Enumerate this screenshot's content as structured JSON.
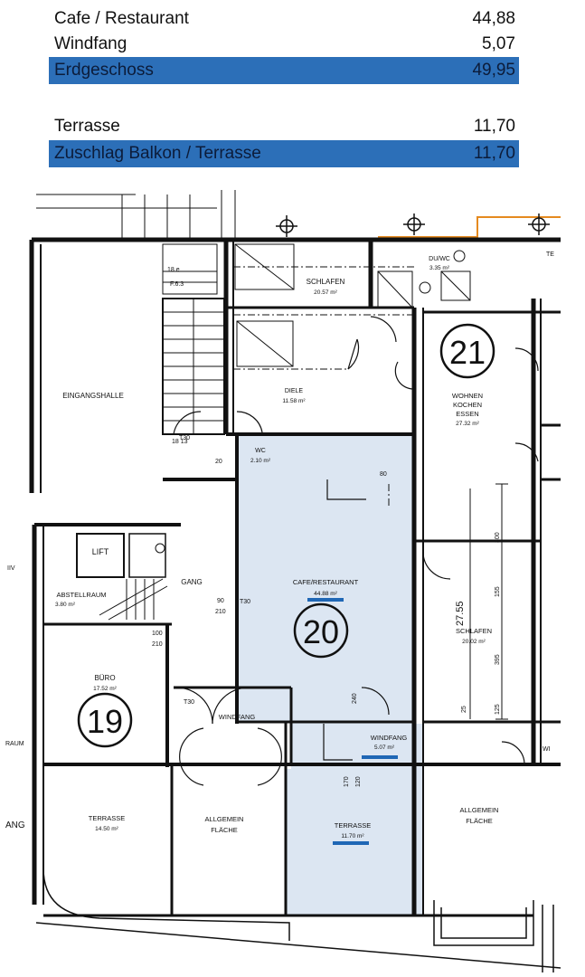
{
  "summary": {
    "rows": [
      {
        "label": "Cafe / Restaurant",
        "value": "44,88",
        "total": false
      },
      {
        "label": "Windfang",
        "value": "5,07",
        "total": false
      },
      {
        "label": "Erdgeschoss",
        "value": "49,95",
        "total": true
      },
      {
        "label": "Terrasse",
        "value": "11,70",
        "total": false
      },
      {
        "label": "Zuschlag Balkon / Terrasse",
        "value": "11,70",
        "total": true
      }
    ]
  },
  "plan": {
    "unit_numbers": {
      "u19": "19",
      "u20": "20",
      "u21": "21"
    },
    "rooms": {
      "schlafen_top": {
        "name": "SCHLAFEN",
        "area": "20.57 m²"
      },
      "duwc": {
        "name": "DU/WC",
        "area": "3.35 m²"
      },
      "eingangshalle": {
        "name": "EINGANGSHALLE"
      },
      "diele": {
        "name": "DIELE",
        "area": "11.58 m²"
      },
      "wc": {
        "name": "WC",
        "area": "2.10 m²"
      },
      "wohnen": {
        "line1": "WOHNEN",
        "line2": "KOCHEN",
        "line3": "ESSEN",
        "area": "27.32 m²"
      },
      "lift": {
        "name": "LIFT"
      },
      "abstellraum": {
        "name": "ABSTELLRAUM",
        "area": "3.80 m²"
      },
      "gang": {
        "name": "GANG"
      },
      "cafe": {
        "name": "CAFE/RESTAURANT",
        "area": "44.88 m²"
      },
      "schlafen_right": {
        "name": "SCHLAFEN",
        "area": "20.02 m²"
      },
      "buero": {
        "name": "BÜRO",
        "area": "17.52 m²"
      },
      "windfang_left": {
        "name": "WINDFANG"
      },
      "windfang_center": {
        "name": "WINDFANG",
        "area": "5.07 m²"
      },
      "terrasse_left": {
        "name": "TERRASSE",
        "area": "14.50 m²"
      },
      "allgemein_left": {
        "line1": "ALLGEMEIN",
        "line2": "FLÄCHE"
      },
      "terrasse_center": {
        "name": "TERRASSE",
        "area": "11.70 m²"
      },
      "allgemein_right": {
        "line1": "ALLGEMEIN",
        "line2": "FLÄCHE"
      }
    },
    "marks": {
      "door_t30_1": "T30",
      "door_t30_2": "T30",
      "door_t30_3": "T30",
      "dim_90": "90",
      "dim_210": "210",
      "dim_100": "100",
      "dim_210b": "210",
      "dim_80": "80",
      "dim_240": "240",
      "dim_170": "170",
      "dim_120": "120",
      "dim_300": "300",
      "dim_155": "155",
      "dim_395": "395",
      "dim_2755": "27.55",
      "dim_25": "25",
      "dim_125": "125",
      "dim_20": "20",
      "label_18": "18 e",
      "label_f63": "F.6.3",
      "label_1813": "18 13",
      "edge_iv": "IIV",
      "edge_raum": "RAUM",
      "edge_ang": "ANG",
      "edge_te": "TE",
      "edge_wi": "WI"
    },
    "colors": {
      "highlight": "#dce6f2",
      "underline": "#1f67b5",
      "accent_line": "#e58a1f"
    }
  }
}
